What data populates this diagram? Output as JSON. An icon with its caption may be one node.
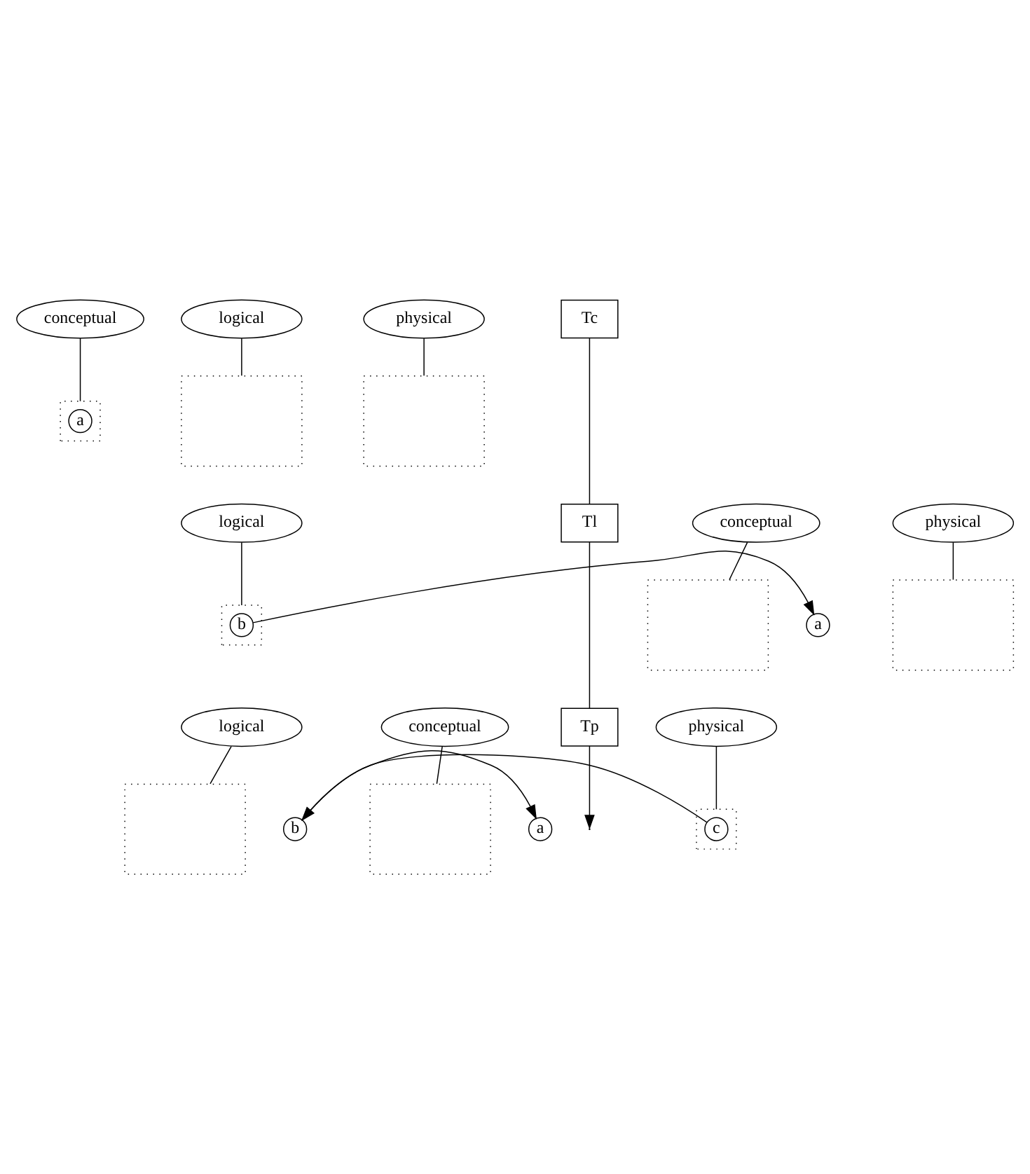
{
  "diagram": {
    "nodes": [
      {
        "text": [
          "conceptual"
        ]
      },
      {
        "text": [
          "logical"
        ]
      },
      {
        "text": [
          "physical"
        ]
      },
      {
        "text": [
          "Tc"
        ]
      },
      {
        "text": [],
        "shape": "box"
      },
      {
        "text": [
          "a"
        ],
        "in": 4
      },
      {
        "text": [],
        "shape": "box"
      },
      {
        "text": [],
        "shape": "box"
      },
      {
        "text": [
          "conceptual"
        ]
      },
      {
        "text": [
          "logical"
        ]
      },
      {
        "text": [
          "physical"
        ]
      },
      {
        "text": [
          "Tl"
        ]
      },
      {
        "text": [],
        "shape": "box"
      },
      {
        "text": [],
        "shape": "box"
      },
      {
        "text": [
          "a"
        ]
      },
      {
        "text": [
          "b"
        ],
        "in": 13
      },
      {
        "text": [],
        "shape": "box"
      },
      {
        "text": [
          "conceptual"
        ]
      },
      {
        "text": [
          "logical"
        ]
      },
      {
        "text": [
          "physical"
        ]
      },
      {
        "text": [
          "Tp"
        ]
      },
      {
        "text": [],
        "shape": "box"
      },
      {
        "text": [],
        "shape": "box"
      },
      {
        "text": [],
        "shape": "box"
      },
      {
        "text": [
          "a"
        ]
      },
      {
        "text": [
          "b"
        ]
      },
      {
        "text": [
          "c"
        ],
        "in": 23
      }
    ],
    "edges": [
      {
        "from": 0,
        "to": 4,
        "arrow": "none"
      },
      {
        "from": 1,
        "to": 6,
        "arrow": "none"
      },
      {
        "from": 2,
        "to": 7,
        "arrow": "none"
      },
      {
        "from": 8,
        "to": 12,
        "arrow": "none"
      },
      {
        "from": 9,
        "to": 13,
        "arrow": "none"
      },
      {
        "from": 10,
        "to": 16,
        "arrow": "none"
      },
      {
        "from": 15,
        "to": 14,
        "arrow": "to"
      },
      {
        "from": 17,
        "to": 21,
        "arrow": "none"
      },
      {
        "from": 18,
        "to": 22,
        "arrow": "none"
      },
      {
        "from": 19,
        "to": 23,
        "arrow": "none"
      },
      {
        "from": 25,
        "to": 24,
        "arrow": "to"
      },
      {
        "from": 26,
        "to": 25,
        "arrow": "to"
      },
      {
        "from": 3,
        "to": 11,
        "arrow": "none"
      },
      {
        "from": 11,
        "to": 20,
        "arrow": "none"
      },
      {
        "from": 20,
        "to": null,
        "arrow": "to"
      }
    ]
  }
}
